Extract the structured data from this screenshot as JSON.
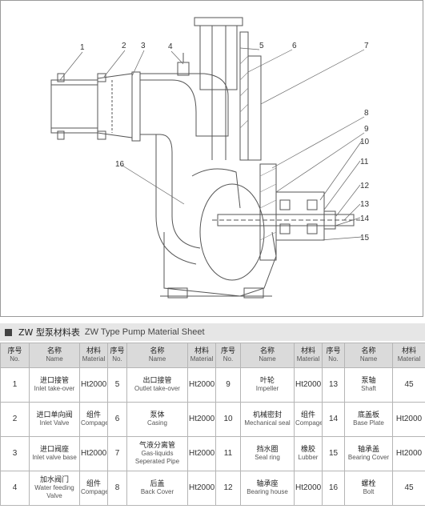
{
  "drawing": {
    "part_labels": [
      "1",
      "2",
      "3",
      "4",
      "5",
      "6",
      "7",
      "8",
      "9",
      "10",
      "11",
      "12",
      "13",
      "14",
      "15",
      "16"
    ]
  },
  "sheet": {
    "title_cn": "ZW 型泵材料表",
    "title_en": "ZW Type Pump Material Sheet"
  },
  "table": {
    "headers": [
      {
        "cn": "序号",
        "en": "No."
      },
      {
        "cn": "名称",
        "en": "Name"
      },
      {
        "cn": "材料",
        "en": "Material"
      },
      {
        "cn": "序号",
        "en": "No."
      },
      {
        "cn": "名称",
        "en": "Name"
      },
      {
        "cn": "材料",
        "en": "Material"
      },
      {
        "cn": "序号",
        "en": "No."
      },
      {
        "cn": "名称",
        "en": "Name"
      },
      {
        "cn": "材料",
        "en": "Material"
      },
      {
        "cn": "序号",
        "en": "No."
      },
      {
        "cn": "名称",
        "en": "Name"
      },
      {
        "cn": "材料",
        "en": "Material"
      }
    ],
    "rows": [
      [
        {
          "no": "1",
          "cn": "进口接管",
          "en": "Inlet take-over",
          "mat_cn": "",
          "mat_en": "Ht2000"
        },
        {
          "no": "5",
          "cn": "出口接管",
          "en": "Outlet take-over",
          "mat_cn": "",
          "mat_en": "Ht2000"
        },
        {
          "no": "9",
          "cn": "叶轮",
          "en": "Impeller",
          "mat_cn": "",
          "mat_en": "Ht2000"
        },
        {
          "no": "13",
          "cn": "泵轴",
          "en": "Shaft",
          "mat_cn": "",
          "mat_en": "45"
        }
      ],
      [
        {
          "no": "2",
          "cn": "进口单向阀",
          "en": "Inlet Valve",
          "mat_cn": "组件",
          "mat_en": "Compages"
        },
        {
          "no": "6",
          "cn": "泵体",
          "en": "Casing",
          "mat_cn": "",
          "mat_en": "Ht2000"
        },
        {
          "no": "10",
          "cn": "机械密封",
          "en": "Mechanical seal",
          "mat_cn": "组件",
          "mat_en": "Compagest"
        },
        {
          "no": "14",
          "cn": "底盖板",
          "en": "Base Plate",
          "mat_cn": "",
          "mat_en": "Ht2000"
        }
      ],
      [
        {
          "no": "3",
          "cn": "进口阀座",
          "en": "Inlet valve base",
          "mat_cn": "",
          "mat_en": "Ht2000"
        },
        {
          "no": "7",
          "cn": "气液分离管",
          "en": "Gas-liquids Seperated Pipe",
          "mat_cn": "",
          "mat_en": "Ht2000"
        },
        {
          "no": "11",
          "cn": "挡水圈",
          "en": "Seal ring",
          "mat_cn": "橡胶",
          "mat_en": "Lubber"
        },
        {
          "no": "15",
          "cn": "轴承盖",
          "en": "Bearing Cover",
          "mat_cn": "",
          "mat_en": "Ht2000"
        }
      ],
      [
        {
          "no": "4",
          "cn": "加水阀门",
          "en": "Water feeding Valve",
          "mat_cn": "组件",
          "mat_en": "Compages"
        },
        {
          "no": "8",
          "cn": "后盖",
          "en": "Back Cover",
          "mat_cn": "",
          "mat_en": "Ht2000"
        },
        {
          "no": "12",
          "cn": "轴承座",
          "en": "Bearing house",
          "mat_cn": "",
          "mat_en": "Ht2000"
        },
        {
          "no": "16",
          "cn": "螺栓",
          "en": "Bolt",
          "mat_cn": "",
          "mat_en": "45"
        }
      ]
    ]
  }
}
